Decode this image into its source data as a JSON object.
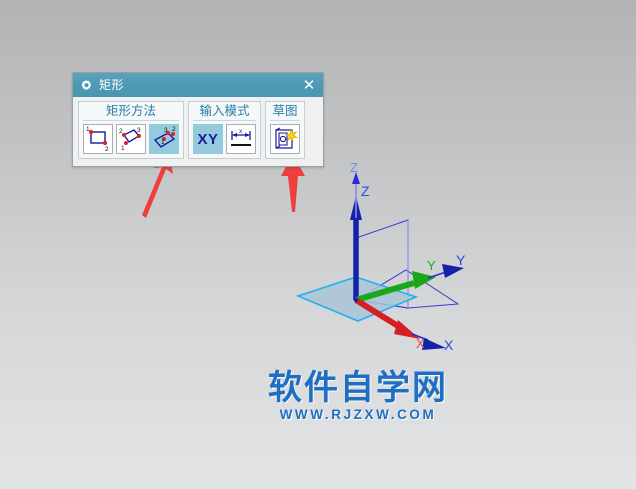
{
  "window": {
    "background_top": "#b2b3b5",
    "background_bottom": "#e2e4e6"
  },
  "dialog": {
    "title": "矩形",
    "title_icon": "gear-icon",
    "titlebar_color": "#4e9ab4",
    "close_label": "✕",
    "groups": [
      {
        "key": "method",
        "label": "矩形方法",
        "buttons": [
          {
            "icon": "rectangle-by-2-corners-icon",
            "selected": false,
            "point_labels": [
              "1",
              "2"
            ]
          },
          {
            "icon": "rectangle-by-3-points-icon",
            "selected": false,
            "point_labels": [
              "1",
              "2",
              "3"
            ]
          },
          {
            "icon": "rectangle-from-center-icon",
            "selected": true,
            "point_labels": [
              "1",
              "2",
              "3"
            ]
          }
        ]
      },
      {
        "key": "input_mode",
        "label": "输入模式",
        "buttons": [
          {
            "icon": "xy-coordinate-icon",
            "selected": true,
            "text": "XY"
          },
          {
            "icon": "dimension-width-icon",
            "selected": false,
            "text": "x"
          }
        ]
      },
      {
        "key": "sketch",
        "label": "草图",
        "buttons": [
          {
            "icon": "sketch-plane-icon",
            "selected": false
          }
        ]
      }
    ]
  },
  "annotations": {
    "arrow_color": "#ef3e3e",
    "arrows": [
      {
        "name": "arrow-pointing-to-rectangle-method-3",
        "direction": "up-right"
      },
      {
        "name": "arrow-pointing-to-sketch-button",
        "direction": "up"
      }
    ]
  },
  "viewport": {
    "name": "3d-coordinate-axes",
    "axis_colors": {
      "x": "#d42020",
      "y": "#1aa81a",
      "z": "#1422a8",
      "handle": "#1422a8",
      "plane_fill": "#aac6d8",
      "plane_outline": "#23b0f0",
      "wireframe": "#3a3ad0"
    },
    "labels": {
      "z_light": "Z",
      "z_dark": "Z",
      "y_green": "Y",
      "y_blue": "Y",
      "x_red": "X",
      "x_blue": "X"
    }
  },
  "watermark": {
    "text_cn": "软件自学网",
    "text_url": "WWW.RJZXW.COM",
    "color": "#1e6fc4"
  }
}
